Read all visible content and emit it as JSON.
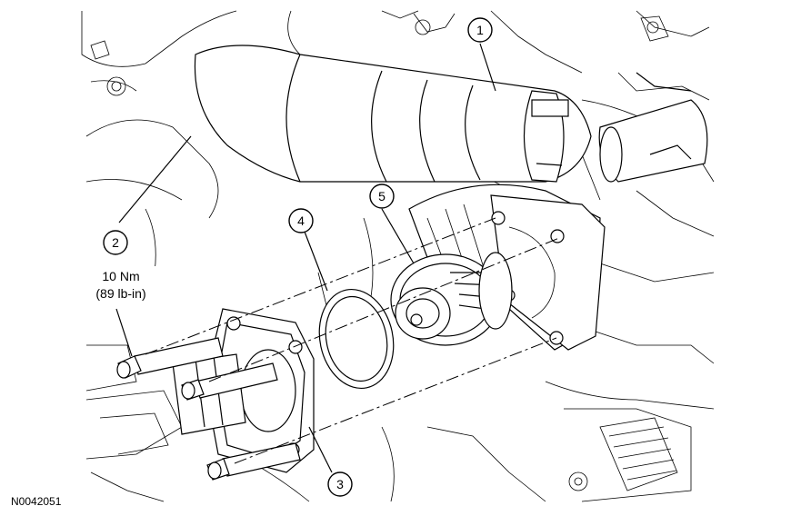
{
  "callouts": [
    {
      "number": "1"
    },
    {
      "number": "2"
    },
    {
      "number": "3"
    },
    {
      "number": "4"
    },
    {
      "number": "5"
    }
  ],
  "torque": {
    "metric": "10 Nm",
    "imperial": "(89 lb-in)"
  },
  "figure_id": "N0042051"
}
